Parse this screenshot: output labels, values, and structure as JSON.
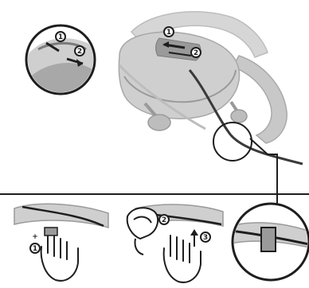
{
  "diagram": {
    "colors": {
      "outline": "#1e1e1e",
      "headset_light": "#d6d6d6",
      "headset_mid": "#bdbdbd",
      "headset_dark": "#9a9a9a",
      "cable": "#3a3a3a",
      "hand_fill": "#ffffff"
    },
    "top_panel": {
      "inset_callout_labels": [
        "1",
        "2"
      ],
      "headset_callout_labels": [
        "1",
        "2"
      ],
      "icons": [
        "headset-icon",
        "cable-icon",
        "magnifier-icon"
      ]
    },
    "bottom_panel": {
      "step1_labels": [
        "+",
        "1"
      ],
      "step2_labels": [
        "2",
        "3"
      ],
      "icons": [
        "hand-icon",
        "cable-clip-icon",
        "magnifier-icon"
      ]
    }
  }
}
